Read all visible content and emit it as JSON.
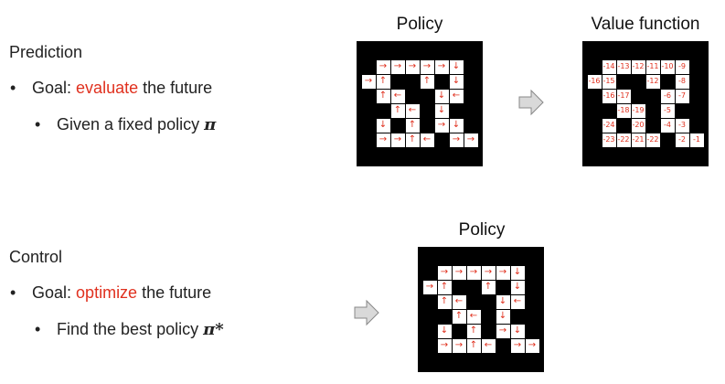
{
  "prediction": {
    "heading": "Prediction",
    "goal_label": "Goal:",
    "goal_highlight": "evaluate",
    "goal_rest": "the future",
    "sub_text": "Given a fixed policy",
    "symbol": "π"
  },
  "control": {
    "heading": "Control",
    "goal_label": "Goal:",
    "goal_highlight": "optimize",
    "goal_rest": "the future",
    "sub_text": "Find the best policy",
    "symbol": "π*"
  },
  "titles": {
    "policy_top": "Policy",
    "value_function": "Value function",
    "policy_bottom": "Policy"
  },
  "colors": {
    "accent": "#e0301e",
    "grid_bg": "#000000",
    "arrow_fill": "#d9d9d9"
  },
  "bullet": "•",
  "policy_grid": [
    [
      "",
      "",
      "",
      "",
      "",
      "",
      "",
      ""
    ],
    [
      "",
      "→",
      "→",
      "→",
      "→",
      "→",
      "↓",
      ""
    ],
    [
      "→",
      "↑",
      "",
      "",
      "↑",
      "",
      "↓",
      ""
    ],
    [
      "",
      "↑",
      "←",
      "",
      "",
      "↓",
      "←",
      ""
    ],
    [
      "",
      "",
      "↑",
      "←",
      "",
      "↓",
      "",
      ""
    ],
    [
      "",
      "↓",
      "",
      "↑",
      "",
      "→",
      "↓",
      ""
    ],
    [
      "",
      "→",
      "→",
      "↑",
      "←",
      "",
      "→",
      "→"
    ],
    [
      "",
      "",
      "",
      "",
      "",
      "",
      "",
      ""
    ]
  ],
  "value_grid": [
    [
      "",
      "",
      "",
      "",
      "",
      "",
      "",
      ""
    ],
    [
      "",
      "-14",
      "-13",
      "-12",
      "-11",
      "-10",
      "-9",
      ""
    ],
    [
      "-16",
      "-15",
      "",
      "",
      "-12",
      "",
      "-8",
      ""
    ],
    [
      "",
      "-16",
      "-17",
      "",
      "",
      "-6",
      "-7",
      ""
    ],
    [
      "",
      "",
      "-18",
      "-19",
      "",
      "-5",
      "",
      ""
    ],
    [
      "",
      "-24",
      "",
      "-20",
      "",
      "-4",
      "-3",
      ""
    ],
    [
      "",
      "-23",
      "-22",
      "-21",
      "-22",
      "",
      "-2",
      "-1"
    ],
    [
      "",
      "",
      "",
      "",
      "",
      "",
      "",
      ""
    ]
  ]
}
